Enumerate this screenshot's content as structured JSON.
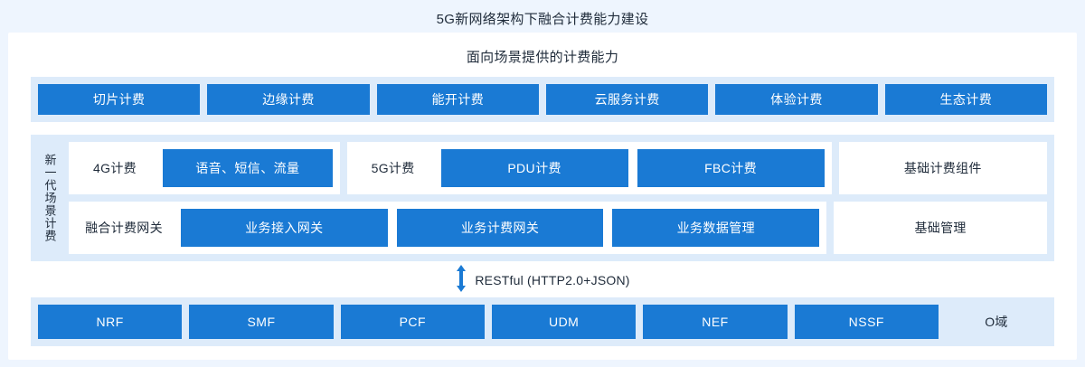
{
  "title": "5G新网络架构下融合计费能力建设",
  "capability_section": {
    "subtitle": "面向场景提供的计费能力",
    "boxes": [
      {
        "label": "切片计费"
      },
      {
        "label": "边缘计费"
      },
      {
        "label": "能开计费"
      },
      {
        "label": "云服务计费"
      },
      {
        "label": "体验计费"
      },
      {
        "label": "生态计费"
      }
    ]
  },
  "middle_section": {
    "vertical_label": "新一代场景计费",
    "row1": {
      "group1_label": "4G计费",
      "group1_boxes": [
        {
          "label": "语音、短信、流量"
        }
      ],
      "group2_label": "5G计费",
      "group2_boxes": [
        {
          "label": "PDU计费"
        },
        {
          "label": "FBC计费"
        }
      ],
      "side_label": "基础计费组件"
    },
    "row2": {
      "group_label": "融合计费网关",
      "boxes": [
        {
          "label": "业务接入网关"
        },
        {
          "label": "业务计费网关"
        },
        {
          "label": "业务数据管理"
        }
      ],
      "side_label": "基础管理"
    }
  },
  "connector": {
    "label": "RESTful (HTTP2.0+JSON)",
    "icon": "double-arrow-vertical-icon",
    "color": "#1a7ad4"
  },
  "network_section": {
    "boxes": [
      {
        "label": "NRF"
      },
      {
        "label": "SMF"
      },
      {
        "label": "PCF"
      },
      {
        "label": "UDM"
      },
      {
        "label": "NEF"
      },
      {
        "label": "NSSF"
      }
    ],
    "tag": "O域"
  },
  "colors": {
    "page_background": "#eef5fe",
    "card_background": "#ffffff",
    "band_background": "#ddebfa",
    "accent_blue": "#1a7ad4",
    "text_dark": "#1f2b3a"
  }
}
